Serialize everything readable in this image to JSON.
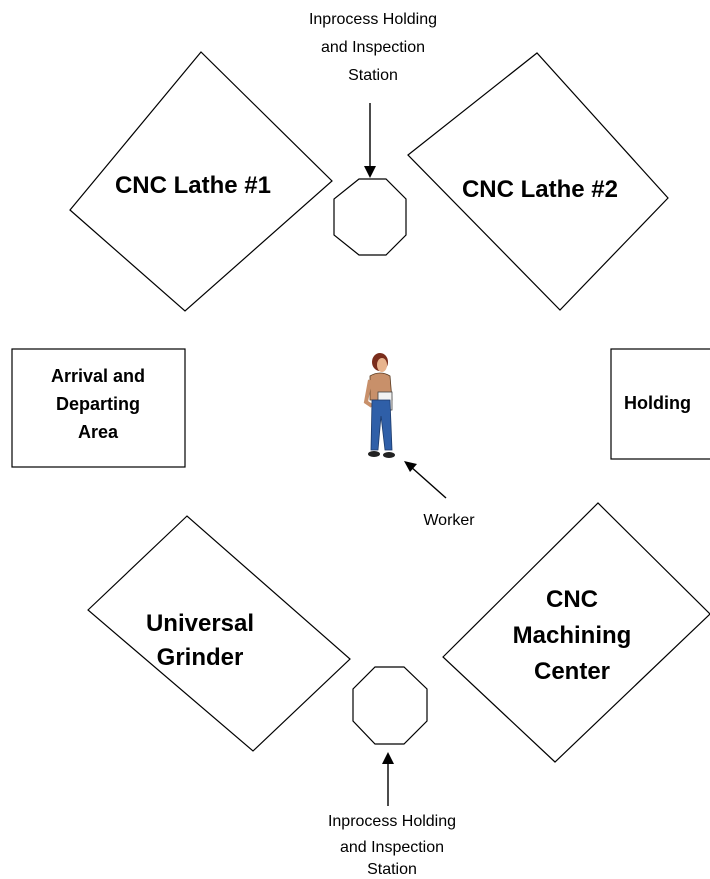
{
  "stations": {
    "cnc_lathe_1": "CNC Lathe #1",
    "cnc_lathe_2": "CNC Lathe #2",
    "universal_grinder": [
      "Universal",
      "Grinder"
    ],
    "cnc_machining_center": [
      "CNC",
      "Machining",
      "Center"
    ],
    "arrival_departing": [
      "Arrival and",
      "Departing",
      "Area"
    ],
    "holding": "Holding"
  },
  "inspection_top": [
    "Inprocess Holding",
    "and Inspection",
    "Station"
  ],
  "inspection_bottom": [
    "Inprocess Holding",
    "and Inspection",
    "Station"
  ],
  "worker_label": "Worker",
  "icons": {
    "worker": "person-icon",
    "inspection_station": "octagon-icon"
  },
  "colors": {
    "outline": "#000000",
    "fill": "#ffffff",
    "worker_shirt": "#c8906a",
    "worker_pants": "#2f5fa8",
    "worker_hair": "#7a2d1c"
  }
}
